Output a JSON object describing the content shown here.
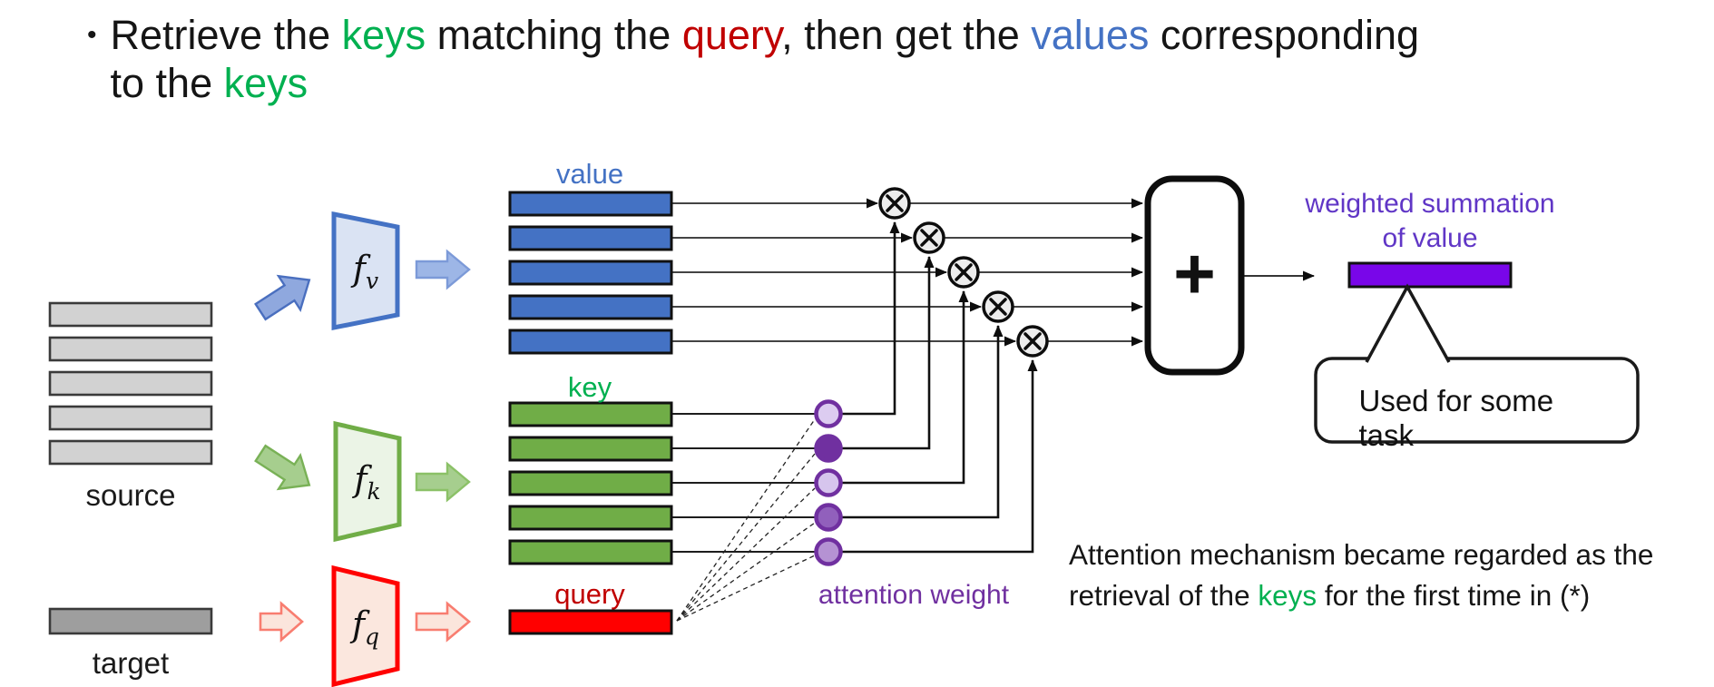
{
  "palette": {
    "keys_green": "#00B050",
    "query_red": "#C00000",
    "values_blue": "#4472C4",
    "value_bar_fill": "#4472C4",
    "key_bar_fill": "#70AD47",
    "query_bar_fill": "#FF0000",
    "result_bar_fill": "#7906E9",
    "attention_purple": "#7030A0",
    "summation_text_purple": "#6036C6",
    "source_bar_fill": "#D2D2D2",
    "target_bar_fill": "#9E9E9E"
  },
  "title": {
    "bullet": "•",
    "line1": [
      {
        "text": "Retrieve the "
      },
      {
        "text": "keys"
      },
      {
        "text": " matching the "
      },
      {
        "text": "query"
      },
      {
        "text": ", then get the "
      },
      {
        "text": "values"
      },
      {
        "text": " corresponding"
      }
    ],
    "line2": [
      {
        "text": "to the "
      },
      {
        "text": "keys"
      }
    ]
  },
  "diagram": {
    "source_label": "source",
    "target_label": "target",
    "value_label": "value",
    "key_label": "key",
    "query_label": "query",
    "attention_weight_label": "attention weight",
    "weighted_summation_line1": "weighted summation",
    "weighted_summation_line2": "of value",
    "plus_sign": "+",
    "callout_text": "Used for some task",
    "f_v": {
      "base": "f",
      "sub": "v"
    },
    "f_k": {
      "base": "f",
      "sub": "k"
    },
    "f_q": {
      "base": "f",
      "sub": "q"
    }
  },
  "note": {
    "line1": "Attention mechanism became regarded as the",
    "line2": [
      {
        "text": "retrieval of the "
      },
      {
        "text": "keys"
      },
      {
        "text": " for the first time in (*)"
      }
    ]
  }
}
